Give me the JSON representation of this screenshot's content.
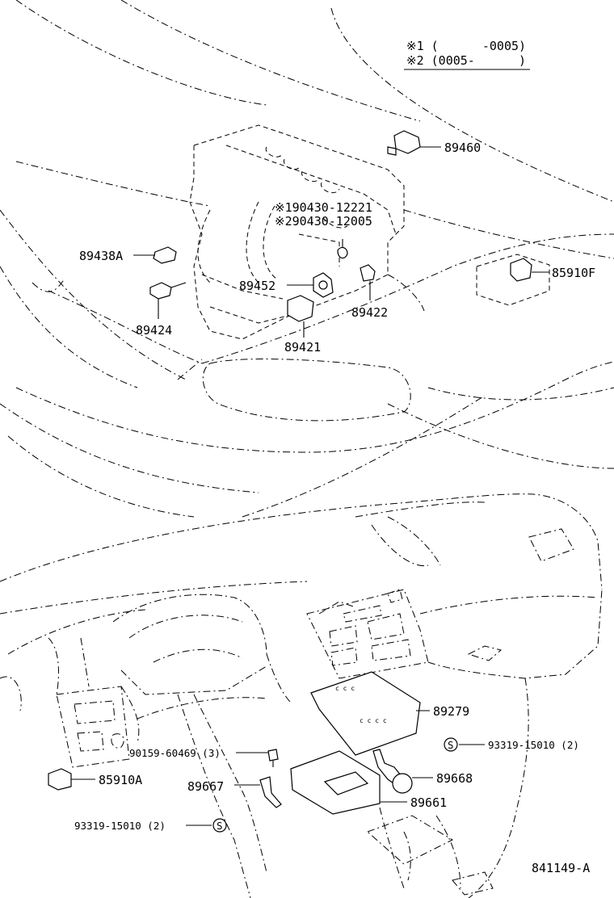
{
  "legend": {
    "line1": "※1 (      -0005)",
    "line2": "※2 (0005-      )"
  },
  "labels": {
    "p89460": "89460",
    "p190430": "※190430-12221",
    "p290430": "※290430-12005",
    "p89438A": "89438A",
    "p85910F": "85910F",
    "p89452": "89452",
    "p89422": "89422",
    "p89424": "89424",
    "p89421": "89421",
    "p89279": "89279",
    "p93319a": "93319-15010 (2)",
    "p90159": "90159-60469 (3)",
    "p85910A": "85910A",
    "p89667": "89667",
    "p89668": "89668",
    "p89661": "89661",
    "p93319b": "93319-15010 (2)",
    "s_mark_a": "S",
    "s_mark_b": "S"
  },
  "diagram_id": "841149-A"
}
